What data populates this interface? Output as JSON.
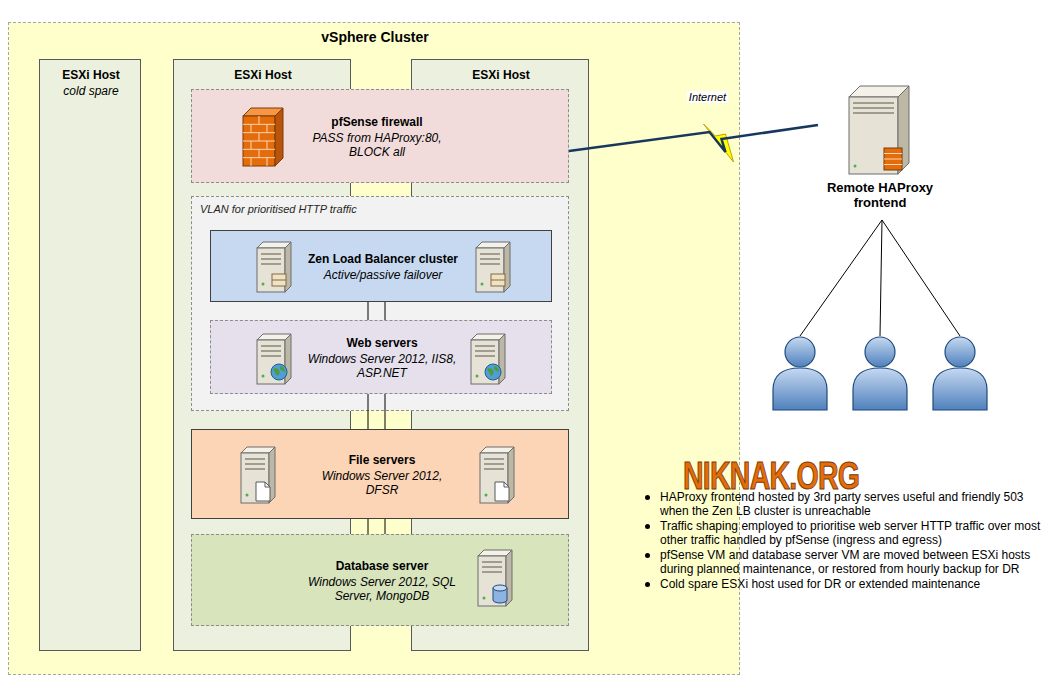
{
  "diagram": {
    "nodes": [
      {
        "text": [
          "vSphere Cluster"
        ]
      },
      {
        "text": [
          "ESXi Host",
          "cold spare"
        ],
        "in": 0
      },
      {
        "text": [
          "ESXi Host"
        ],
        "in": 0
      },
      {
        "text": [
          "ESXi Host"
        ],
        "in": 0
      },
      {
        "text": [
          "pfSense firewall",
          "PASS from HAProxy:80, BLOCK all"
        ],
        "in": 0
      },
      {
        "text": [
          "VLAN for prioritised HTTP traffic"
        ],
        "in": 0
      },
      {
        "text": [
          "Zen Load Balancer cluster",
          "Active/passive failover"
        ],
        "in": 5
      },
      {
        "text": [
          "Web servers",
          "Windows Server 2012, IIS8, ASP.NET"
        ],
        "in": 5
      },
      {
        "text": [
          "File servers",
          "Windows Server 2012, DFSR"
        ],
        "in": 0
      },
      {
        "text": [
          "Database server",
          "Windows Server 2012, SQL Server, MongoDB"
        ],
        "in": 0
      },
      {
        "text": [
          "Remote HAProxy frontend"
        ]
      }
    ],
    "edges": [
      {
        "from": 4,
        "to": 10,
        "label": "Internet",
        "arrow": "none"
      },
      {
        "from": 6,
        "to": 7,
        "arrow": "none"
      },
      {
        "from": 7,
        "to": 8,
        "arrow": "none"
      },
      {
        "from": 8,
        "to": 9,
        "arrow": "none"
      }
    ],
    "labels": [
      "NIKNAK.ORG",
      "HAProxy frontend hosted by 3rd party serves useful and friendly 503 when the Zen LB cluster is unreachable",
      "Traffic shaping employed to prioritise web server HTTP traffic over most other traffic handled by pfSense (ingress and egress)",
      "pfSense VM and database server VM are moved between ESXi hosts during planned maintenance, or restored from hourly backup for DR",
      "Cold spare ESXi host used for DR or extended maintenance"
    ]
  }
}
